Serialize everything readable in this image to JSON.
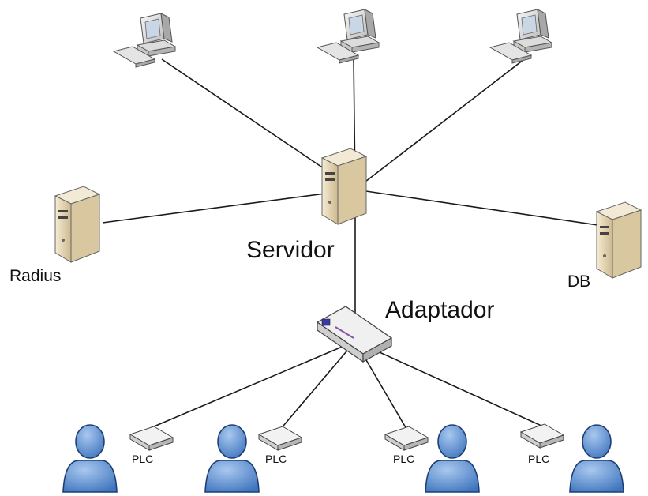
{
  "diagram": {
    "labels": {
      "servidor": "Servidor",
      "adaptador": "Adaptador",
      "radius": "Radius",
      "db": "DB",
      "plc": [
        "PLC",
        "PLC",
        "PLC",
        "PLC"
      ]
    },
    "colors": {
      "line": "#1a1a1a",
      "server_beige": "#e8d9b6",
      "computer_grey": "#e2e2e2",
      "screen_blue": "#c9d6e6",
      "user_blue": "#5b8fd0",
      "user_outline": "#1f3f73"
    },
    "icons": {
      "workstation": "desktop-computer-icon",
      "server": "tower-server-icon",
      "adapter": "network-adapter-icon",
      "plc": "plc-modem-icon",
      "user": "user-icon"
    }
  }
}
